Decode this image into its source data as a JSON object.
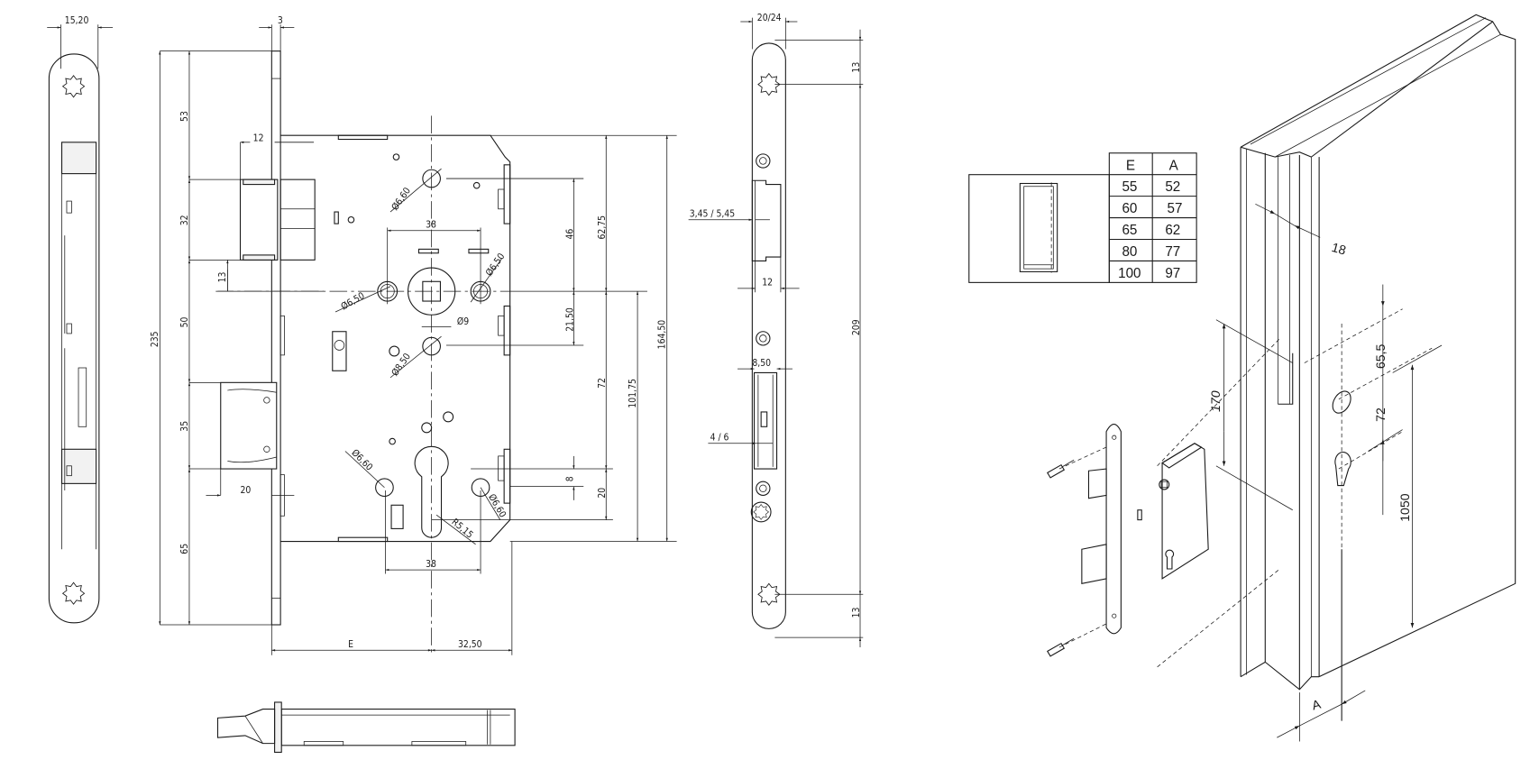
{
  "left_edge_view": {
    "width_label": "15,20"
  },
  "front_view": {
    "faceplate_thickness": "3",
    "latch_projection": "12",
    "dims_left": {
      "top_to_latch": "53",
      "latch_height": "32",
      "latch_to_spindle": "13",
      "spindle_to_bolt": "50",
      "overall_height": "235",
      "bolt_height": "35",
      "bolt_to_bottom": "65",
      "bolt_projection": "20"
    },
    "holes": {
      "top_fixing": "Ø6,60",
      "left_fixing": "Ø6,50",
      "right_fixing": "Ø6,50",
      "spindle_square": "Ø9",
      "lower_fixing": "Ø8,50",
      "bottom_left_fixing": "Ø6,60",
      "bottom_right_fixing": "Ø6,60",
      "cylinder_radius": "R5,15"
    },
    "spacing_top": "38",
    "spacing_bottom": "38",
    "dims_right": {
      "d46": "46",
      "d62_75": "62,75",
      "d21_50": "21,50",
      "d164_50": "164,50",
      "d72": "72",
      "d101_75": "101,75",
      "d8": "8",
      "d20": "20"
    },
    "backset": "E",
    "case_right": "32,50"
  },
  "faceplate_view": {
    "width": "20/24",
    "top_offset": "13",
    "screw_spacing": "209",
    "bottom_offset": "13",
    "latch_offset": "3,45 / 5,45",
    "latch_depth": "12",
    "bolt_width": "8,50",
    "bolt_offset": "4 / 6"
  },
  "backset_table": {
    "headers": [
      "E",
      "A"
    ],
    "rows": [
      [
        "55",
        "52"
      ],
      [
        "60",
        "57"
      ],
      [
        "65",
        "62"
      ],
      [
        "80",
        "77"
      ],
      [
        "100",
        "97"
      ]
    ]
  },
  "installation_view": {
    "door_thickness": "18",
    "mortise_height": "170",
    "upper_offset": "65,5",
    "spindle_to_cylinder": "72",
    "handle_height": "1050",
    "axis_distance": "A"
  }
}
